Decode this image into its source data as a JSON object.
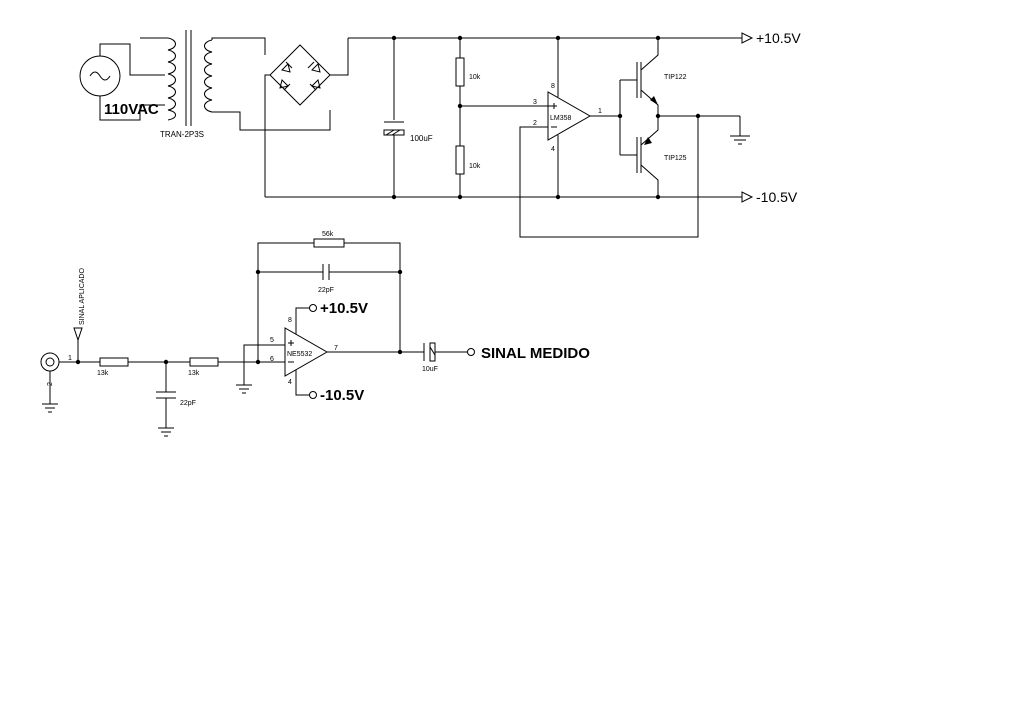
{
  "supply": {
    "source_label": "110VAC",
    "transformer_label": "TRAN-2P3S",
    "cap_label": "100uF",
    "r_top_label": "10k",
    "r_bot_label": "10k",
    "opamp_label": "LM358",
    "pin_plus": "3",
    "pin_minus": "2",
    "pin_out": "1",
    "pin_vcc": "8",
    "pin_gnd": "4",
    "q_top_label": "TIP122",
    "q_bot_label": "TIP125",
    "rail_pos": "+10.5V",
    "rail_neg": "-10.5V"
  },
  "filter": {
    "input_label": "SINAL APLICADO",
    "conn_pin1": "1",
    "conn_pin2": "2",
    "r1_label": "13k",
    "r2_label": "13k",
    "c_shunt_label": "22pF",
    "r_fb_label": "56k",
    "c_fb_label": "22pF",
    "opamp_label": "NE5532",
    "pin_plus": "5",
    "pin_minus": "6",
    "pin_out": "7",
    "pin_vcc": "8",
    "pin_gnd": "4",
    "vpos_label": "+10.5V",
    "vneg_label": "-10.5V",
    "c_out_label": "10uF",
    "output_label": "SINAL MEDIDO"
  }
}
